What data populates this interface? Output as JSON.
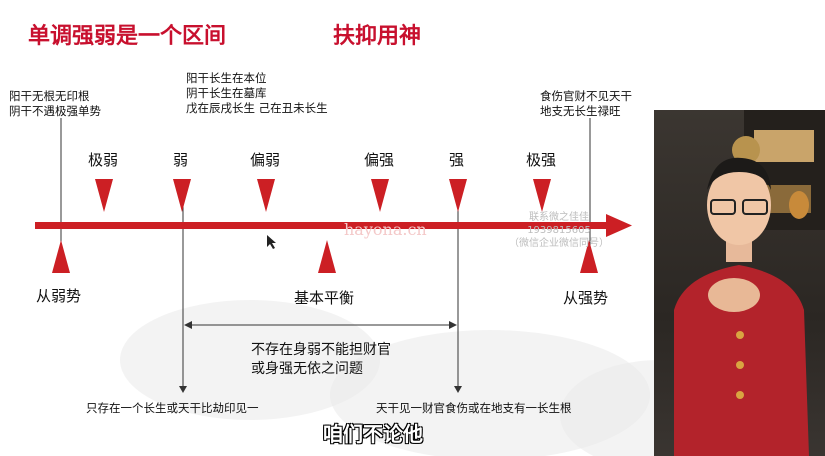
{
  "titles": {
    "left": "单调强弱是一个区间",
    "right": "扶抑用神"
  },
  "notes": {
    "top_left": [
      "阳干无根无印根",
      "阴干不遇极强单势"
    ],
    "top_middle": [
      "阳干长生在本位",
      "阴干长生在墓库",
      "戊在辰戌长生 己在丑未长生"
    ],
    "top_right": [
      "食伤官财不见天干",
      "地支无长生禄旺"
    ]
  },
  "scale_labels": [
    "极弱",
    "弱",
    "偏弱",
    "偏强",
    "强",
    "极强"
  ],
  "bottom_labels": {
    "left": "从弱势",
    "center": "基本平衡",
    "right": "从强势"
  },
  "range_text": [
    "不存在身弱不能担财官",
    "或身强无依之问题"
  ],
  "bottom_notes": {
    "left": "只存在一个长生或天干比劫印见一",
    "right": "天干见一财官食伤或在地支有一长生根"
  },
  "subtitle": "咱们不论他",
  "watermark": {
    "lines": [
      "联系微之佳佳",
      "1939815605",
      "（微信企业微信同号）"
    ],
    "site": "hayona.cn"
  },
  "colors": {
    "accent": "#c8102e",
    "arrow": "#cc1f24",
    "text": "#111111"
  }
}
